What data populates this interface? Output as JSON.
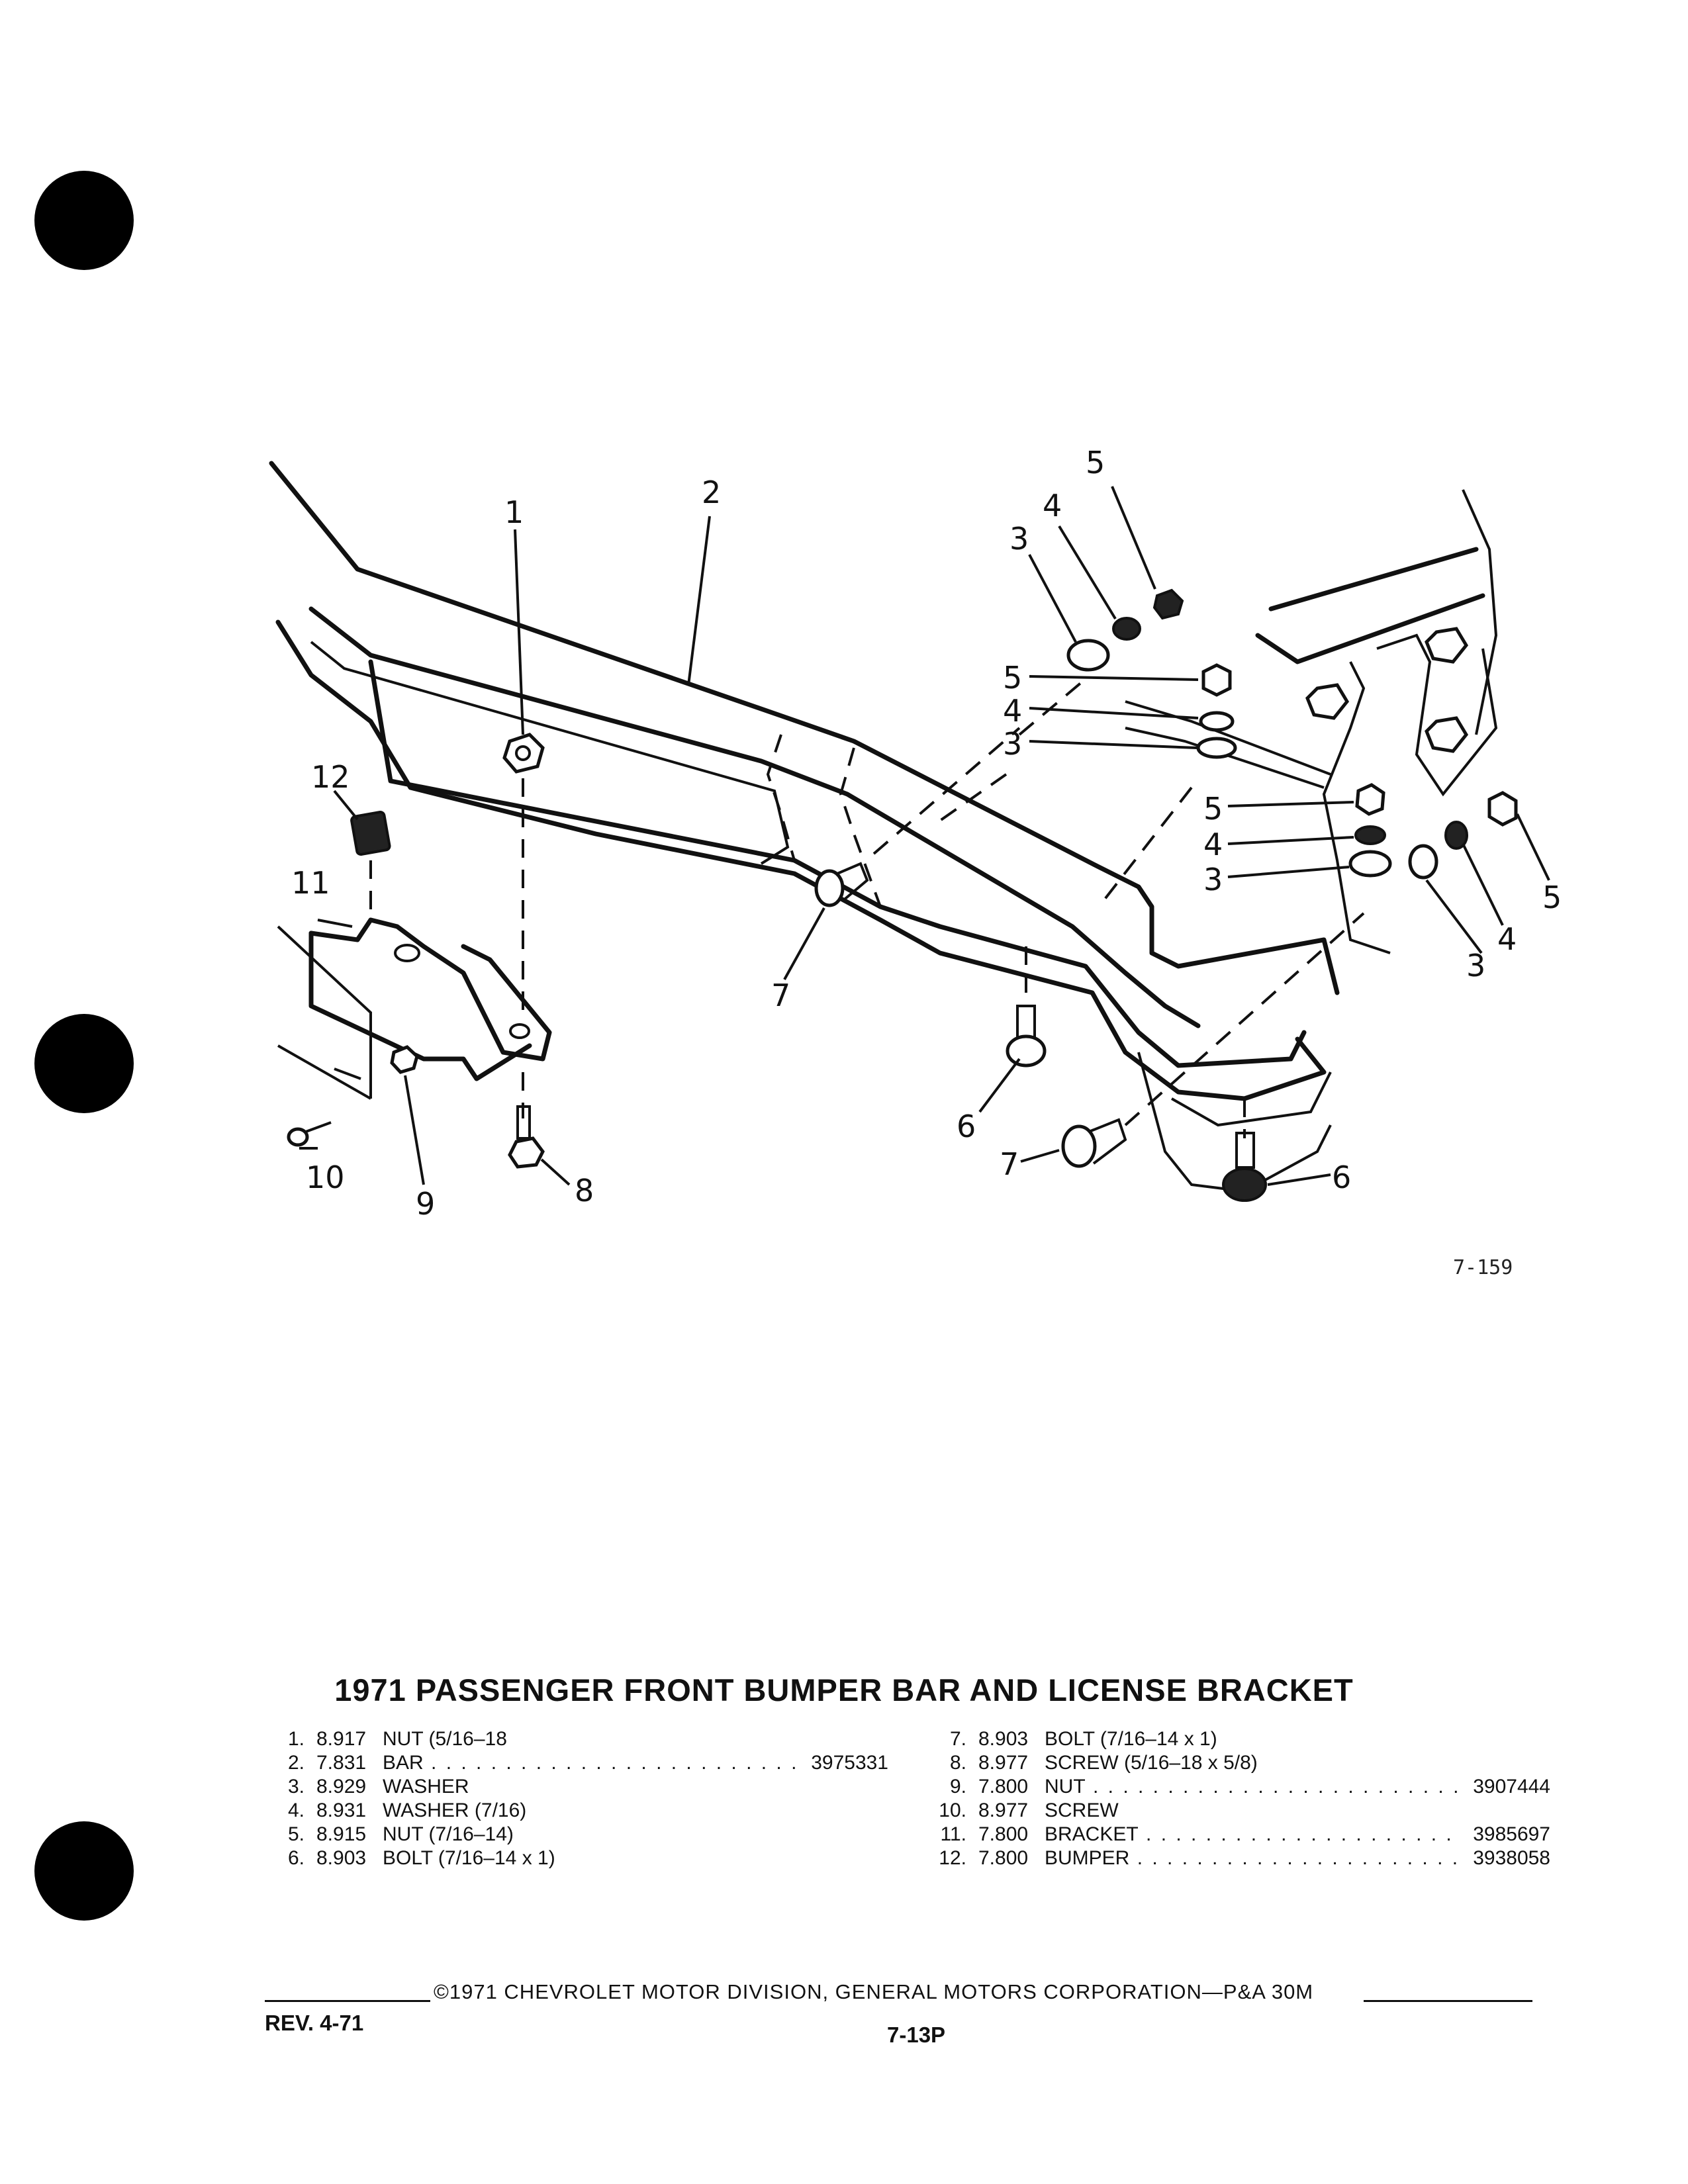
{
  "figure": {
    "callouts": [
      "1",
      "2",
      "3",
      "4",
      "5",
      "3",
      "4",
      "5",
      "3",
      "4",
      "5",
      "3",
      "4",
      "5",
      "6",
      "6",
      "7",
      "7",
      "8",
      "9",
      "10",
      "11",
      "12"
    ],
    "figure_number": "7-159"
  },
  "title": "1971 PASSENGER FRONT BUMPER BAR AND LICENSE BRACKET",
  "parts_left": [
    {
      "num": "1.",
      "group": "8.917",
      "desc": "NUT (5/16–18",
      "part_no": ""
    },
    {
      "num": "2.",
      "group": "7.831",
      "desc": "BAR",
      "part_no": "3975331"
    },
    {
      "num": "3.",
      "group": "8.929",
      "desc": "WASHER",
      "part_no": ""
    },
    {
      "num": "4.",
      "group": "8.931",
      "desc": "WASHER (7/16)",
      "part_no": ""
    },
    {
      "num": "5.",
      "group": "8.915",
      "desc": "NUT (7/16–14)",
      "part_no": ""
    },
    {
      "num": "6.",
      "group": "8.903",
      "desc": "BOLT (7/16–14 x 1)",
      "part_no": ""
    }
  ],
  "parts_right": [
    {
      "num": "7.",
      "group": "8.903",
      "desc": "BOLT (7/16–14 x 1)",
      "part_no": ""
    },
    {
      "num": "8.",
      "group": "8.977",
      "desc": "SCREW (5/16–18 x 5/8)",
      "part_no": ""
    },
    {
      "num": "9.",
      "group": "7.800",
      "desc": "NUT",
      "part_no": "3907444"
    },
    {
      "num": "10.",
      "group": "8.977",
      "desc": "SCREW",
      "part_no": ""
    },
    {
      "num": "11.",
      "group": "7.800",
      "desc": "BRACKET",
      "part_no": "3985697"
    },
    {
      "num": "12.",
      "group": "7.800",
      "desc": "BUMPER",
      "part_no": "3938058"
    }
  ],
  "footer": {
    "copyright": "©1971 CHEVROLET MOTOR DIVISION, GENERAL MOTORS CORPORATION—P&A 30M",
    "revision": "REV. 4-71",
    "page": "7-13P"
  }
}
